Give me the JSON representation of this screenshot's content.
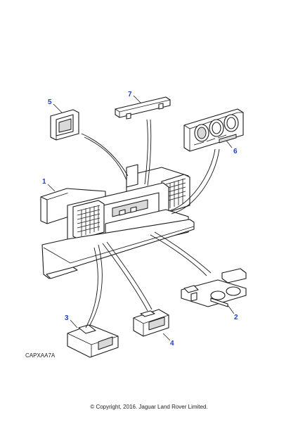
{
  "callouts": [
    {
      "id": "1",
      "label": "1"
    },
    {
      "id": "2",
      "label": "2"
    },
    {
      "id": "3",
      "label": "3"
    },
    {
      "id": "4",
      "label": "4"
    },
    {
      "id": "5",
      "label": "5"
    },
    {
      "id": "6",
      "label": "6"
    },
    {
      "id": "7",
      "label": "7"
    }
  ],
  "diagram_code": "CAPXAA7A",
  "copyright": "© Copyright, 2016. Jaguar Land Rover Limited.",
  "colors": {
    "callout": "#1f3fbf",
    "line": "#1a1a1a",
    "shade": "#d9d9d9"
  }
}
